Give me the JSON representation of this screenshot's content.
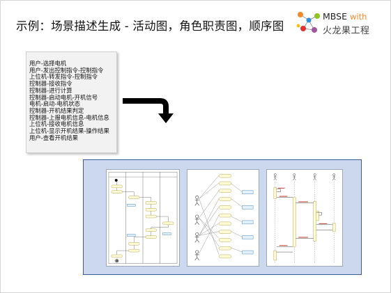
{
  "title": "示例：场景描述生成 - 活动图，角色职责图，顺序图",
  "logo": {
    "name": "MBSE",
    "with": "with",
    "brand": "火龙果工程",
    "dot_colors": [
      "#f08a2b",
      "#2f8fd8",
      "#8fc31f",
      "#e5322d",
      "#a0559f",
      "#f6c117"
    ]
  },
  "scenario_lines": [
    "用户-选择电机",
    "用户-发出控制指令-控制指令",
    "上位机-转发指令-控制指令",
    "控制器-接收指令",
    "控制器-进行计算",
    "控制器-启动电机-开机信号",
    "电机-启动-电机状态",
    "控制器-开机结果判定",
    "控制器-上报电机信息-电机信息",
    "上位机-接收电机信息",
    "上位机-显示开机结果-操作结果",
    "用户-查看开机结果"
  ],
  "colors": {
    "panel_bg": "#cbd8ee",
    "panel_border": "#3d5a99",
    "textbox_bg": "#f2f2f2",
    "node_fill": "#fffbd6",
    "node_fill_alt": "#e3f1fb"
  },
  "thumbnails": [
    "activity-diagram",
    "role-responsibility-diagram",
    "sequence-diagram"
  ]
}
